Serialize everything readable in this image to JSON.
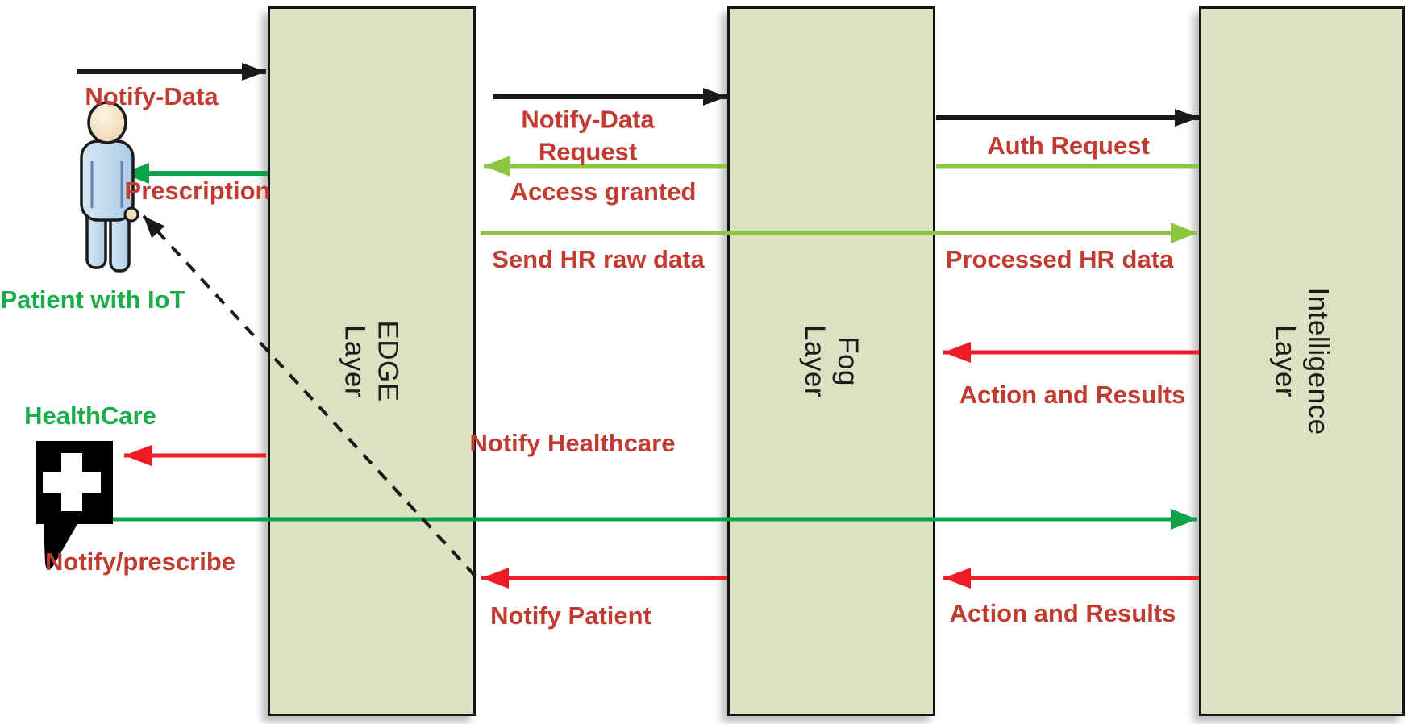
{
  "diagram_title": "Edge-Fog-Intelligence healthcare message flow",
  "layers": [
    {
      "id": "edge",
      "label": "EDGE\nLayer"
    },
    {
      "id": "fog",
      "label": "Fog\nLayer"
    },
    {
      "id": "intelligence",
      "label": "Intelligence\nLayer"
    }
  ],
  "actors": {
    "patient": {
      "label": "Patient with IoT"
    },
    "healthcare": {
      "label": "HealthCare"
    }
  },
  "messages": {
    "notify_data_patient": {
      "label": "Notify-Data",
      "from": "Patient with IoT",
      "to": "EDGE Layer",
      "style": "black-solid"
    },
    "prescription": {
      "label": "Prescription",
      "from": "EDGE Layer",
      "to": "Patient with IoT",
      "style": "green-solid"
    },
    "notify_data_request": {
      "label": "Notify-Data\nRequest",
      "from": "EDGE Layer",
      "to": "Fog Layer",
      "style": "black-solid"
    },
    "access_granted": {
      "label": "Access granted",
      "from": "Intelligence Layer",
      "to": "EDGE Layer",
      "style": "light-green-solid"
    },
    "auth_request": {
      "label": "Auth Request",
      "from": "Fog Layer",
      "to": "Intelligence Layer",
      "style": "black-solid"
    },
    "send_hr_raw_data": {
      "label": "Send HR raw data",
      "from": "EDGE Layer",
      "to": "Intelligence Layer",
      "style": "light-green-solid"
    },
    "processed_hr_data": {
      "label": "Processed HR data",
      "from": "EDGE Layer",
      "to": "Intelligence Layer",
      "style": "light-green-solid"
    },
    "action_and_results_top": {
      "label": "Action and Results",
      "from": "Intelligence Layer",
      "to": "Fog Layer",
      "style": "red-solid"
    },
    "notify_healthcare": {
      "label": "Notify Healthcare",
      "from": "EDGE Layer",
      "to": "HealthCare",
      "style": "red-solid"
    },
    "notify_prescribe": {
      "label": "Notify/prescribe",
      "from": "HealthCare",
      "to": "Intelligence Layer",
      "style": "green-solid"
    },
    "notify_patient": {
      "label": "Notify Patient",
      "from": "Fog Layer",
      "to": "EDGE Layer",
      "style": "red-solid"
    },
    "action_and_results_bottom": {
      "label": "Action and Results",
      "from": "Intelligence Layer",
      "to": "Fog Layer",
      "style": "red-solid"
    },
    "notify_patient_dashed": {
      "label": "",
      "from": "EDGE Layer",
      "to": "Patient with IoT",
      "style": "black-dashed"
    }
  },
  "colors": {
    "layer_fill": "#dae2c2",
    "layer_border": "#141414",
    "label_red": "#c13b30",
    "label_green": "#1cad4b",
    "arrow_black": "#1a1a1a",
    "arrow_red": "#ee1c25",
    "arrow_green_dark": "#0ea24b",
    "arrow_green_light": "#8cc63f"
  }
}
